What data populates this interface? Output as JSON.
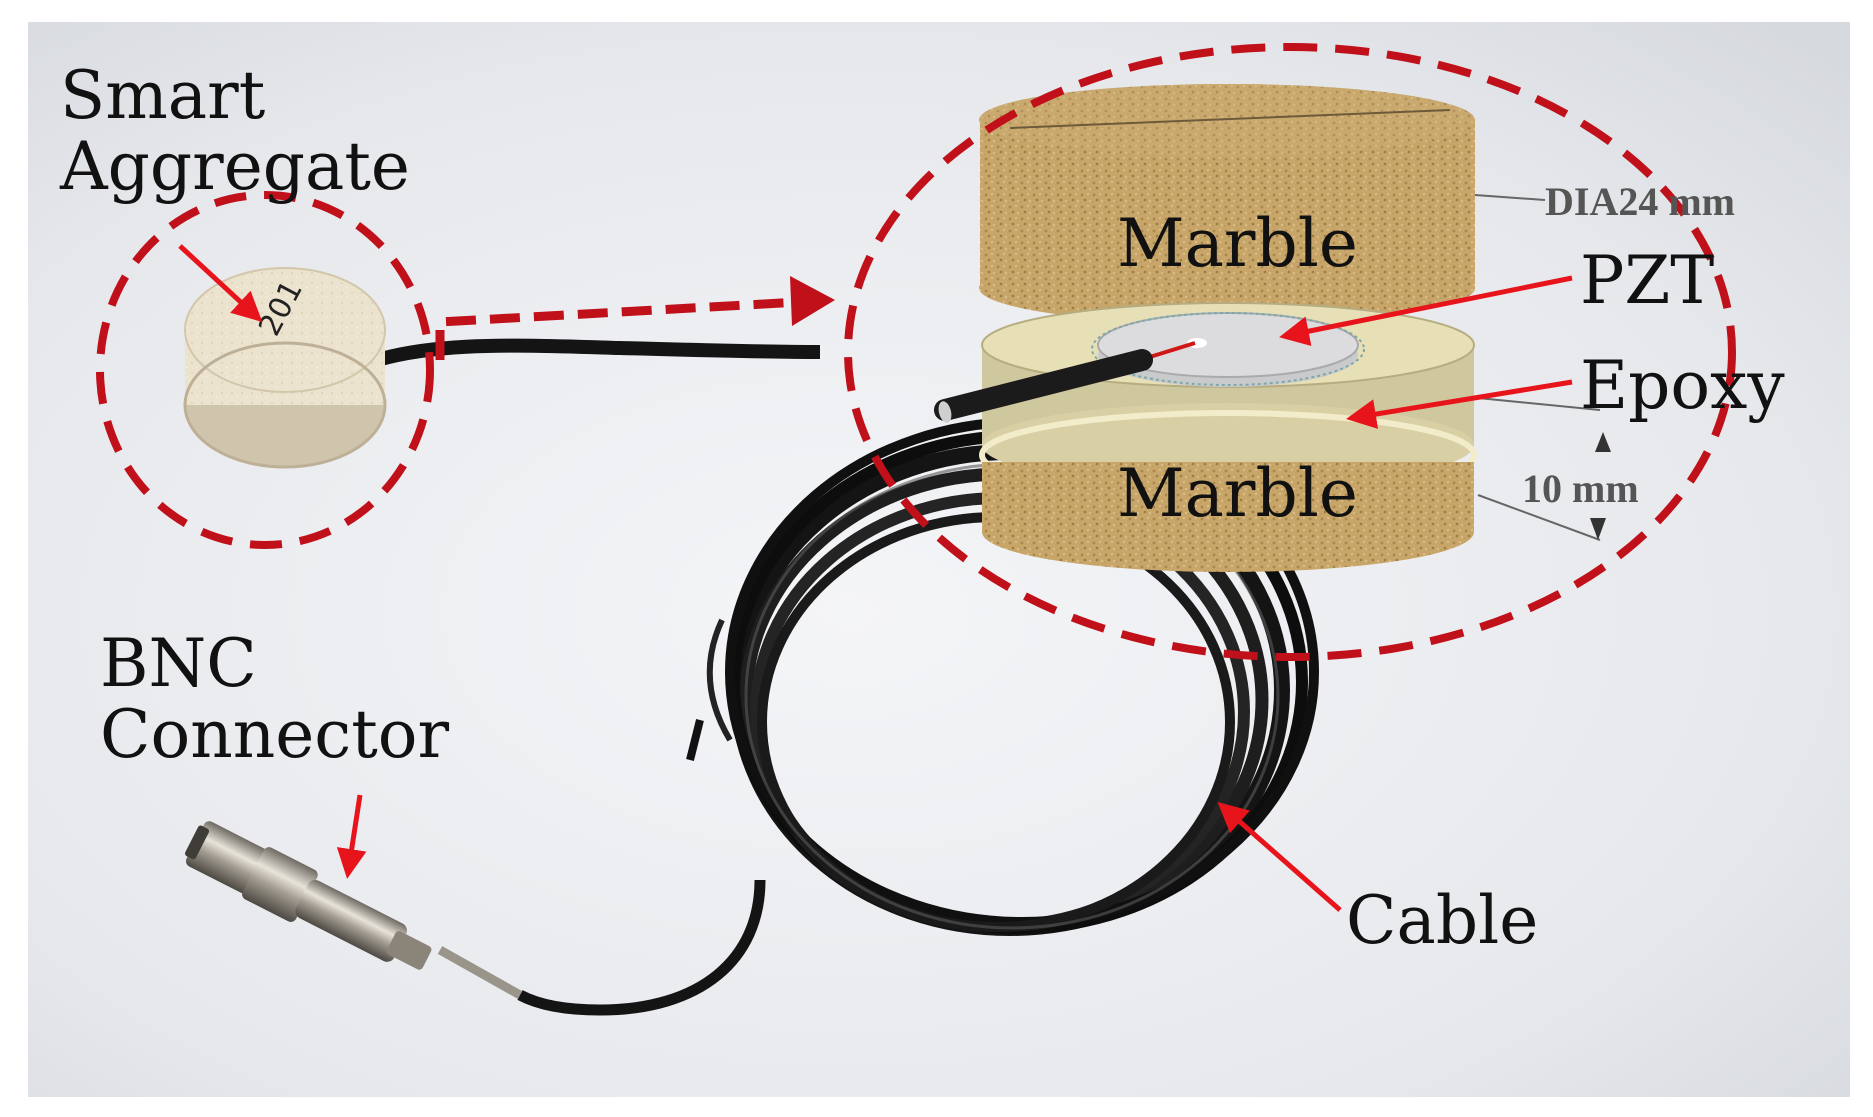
{
  "labels": {
    "smart_aggregate_line1": "Smart",
    "smart_aggregate_line2": "Aggregate",
    "bnc_line1": "BNC",
    "bnc_line2": "Connector",
    "cable": "Cable",
    "marble_top": "Marble",
    "marble_bottom": "Marble",
    "pzt": "PZT",
    "epoxy": "Epoxy"
  },
  "dimensions": {
    "diameter": "DIA24 mm",
    "height": "10 mm"
  },
  "sensor_marking": "201",
  "colors": {
    "callout": "#c0101a",
    "arrow": "#e8141c",
    "marble": "#c9a86e",
    "epoxy": "#e3dcae",
    "pzt": "#d9d9db",
    "cable": "#141414",
    "background": "#e9ebef"
  }
}
